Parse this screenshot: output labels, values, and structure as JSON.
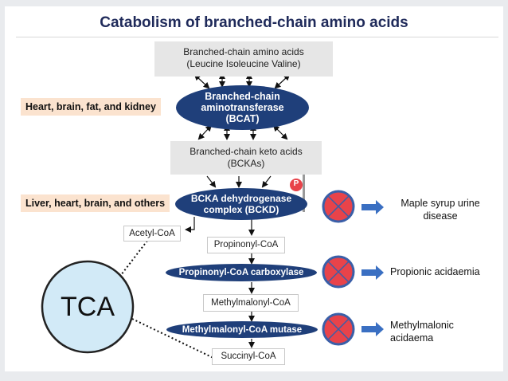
{
  "title": "Catabolism of branched-chain amino acids",
  "bcaa": {
    "line1": "Branched-chain amino acids",
    "line2": "(Leucine Isoleucine Valine)"
  },
  "bcat": {
    "line1": "Branched-chain",
    "line2": "aminotransferase",
    "line3": "(BCAT)"
  },
  "bckas": {
    "line1": "Branched-chain keto acids",
    "line2": "(BCKAs)"
  },
  "bckd": {
    "line1": "BCKA dehydrogenase",
    "line2": "complex (BCKD)"
  },
  "phospho": "P",
  "tissue_top": "Heart, brain, fat, and kidney",
  "tissue_mid": "Liver, heart, brain, and others",
  "acetyl": "Acetyl-CoA",
  "propionyl": "Propinonyl-CoA",
  "pcc": "Propinonyl-CoA carboxylase",
  "methylmalonyl": "Methylmalonyl-CoA",
  "mut": "Methylmalonyl-CoA mutase",
  "succinyl": "Succinyl-CoA",
  "tca": "TCA",
  "disease1": {
    "line1": "Maple syrup urine",
    "line2": "disease"
  },
  "disease2": "Propionic acidaemia",
  "disease3": {
    "line1": "Methylmalonic",
    "line2": "acidaema"
  },
  "colors": {
    "ellipse": "#1f3f7a",
    "block": "#e8434a",
    "block_ring": "#3a5fa8",
    "arrow_blue": "#3a6fc2"
  }
}
